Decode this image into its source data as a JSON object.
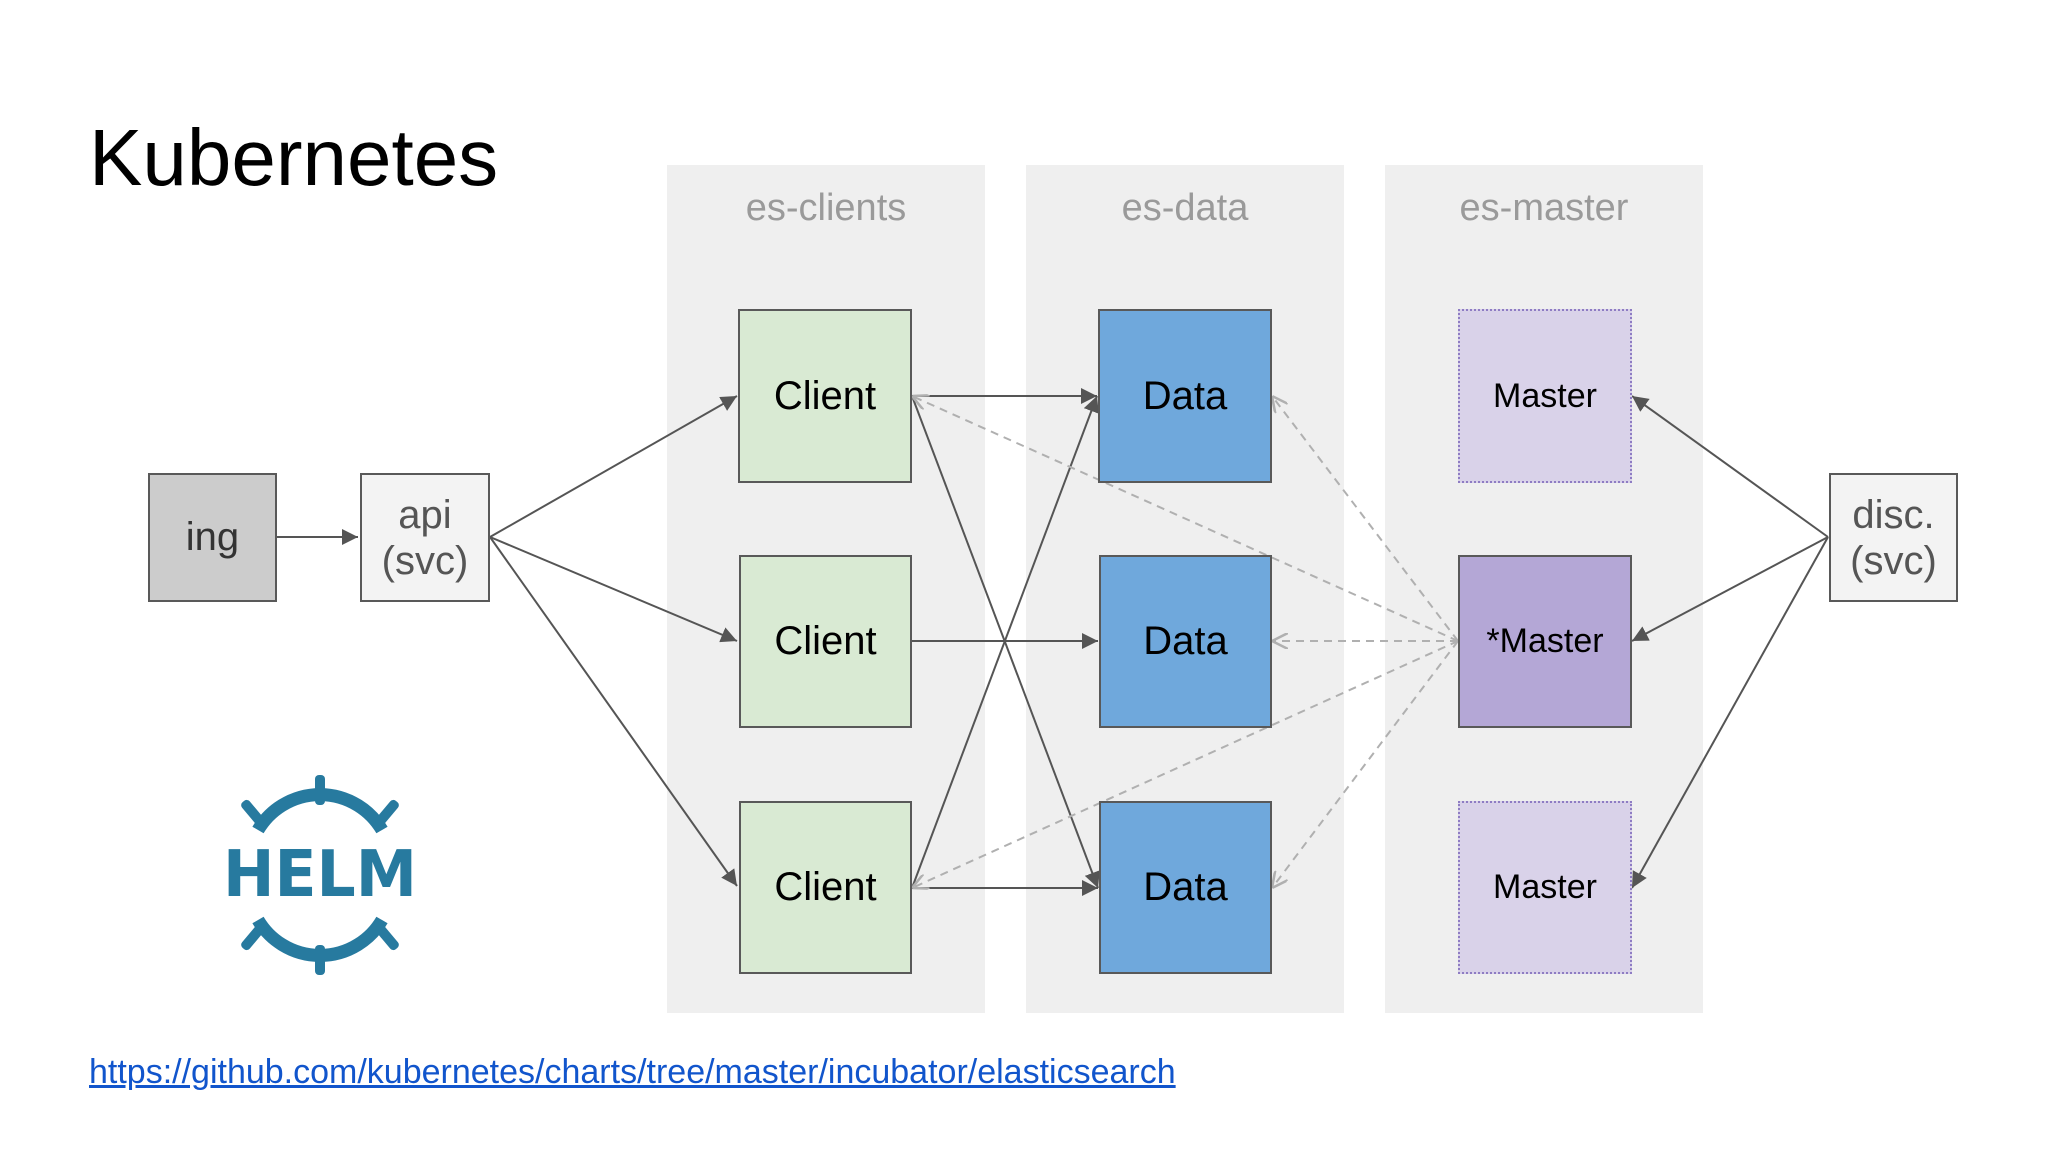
{
  "slide": {
    "title": "Kubernetes",
    "link": "https://github.com/kubernetes/charts/tree/master/incubator/elasticsearch"
  },
  "columns": [
    {
      "label": "es-clients"
    },
    {
      "label": "es-data"
    },
    {
      "label": "es-master"
    }
  ],
  "nodes": {
    "ing": "ing",
    "api_svc": {
      "line1": "api",
      "line2": "(svc)"
    },
    "disc_svc": {
      "line1": "disc.",
      "line2": "(svc)"
    },
    "clients": [
      "Client",
      "Client",
      "Client"
    ],
    "data": [
      "Data",
      "Data",
      "Data"
    ],
    "masters": [
      "Master",
      "*Master",
      "Master"
    ]
  },
  "logo": {
    "text": "HELM",
    "color": "#277a9f"
  },
  "colors": {
    "client": "#d9ead3",
    "data": "#6fa8dc",
    "master": "#d9d2e9",
    "elected_master": "#b4a7d6",
    "ing": "#cccccc",
    "svc": "#f3f3f3",
    "column": "#efefef",
    "link": "#1155cc"
  }
}
